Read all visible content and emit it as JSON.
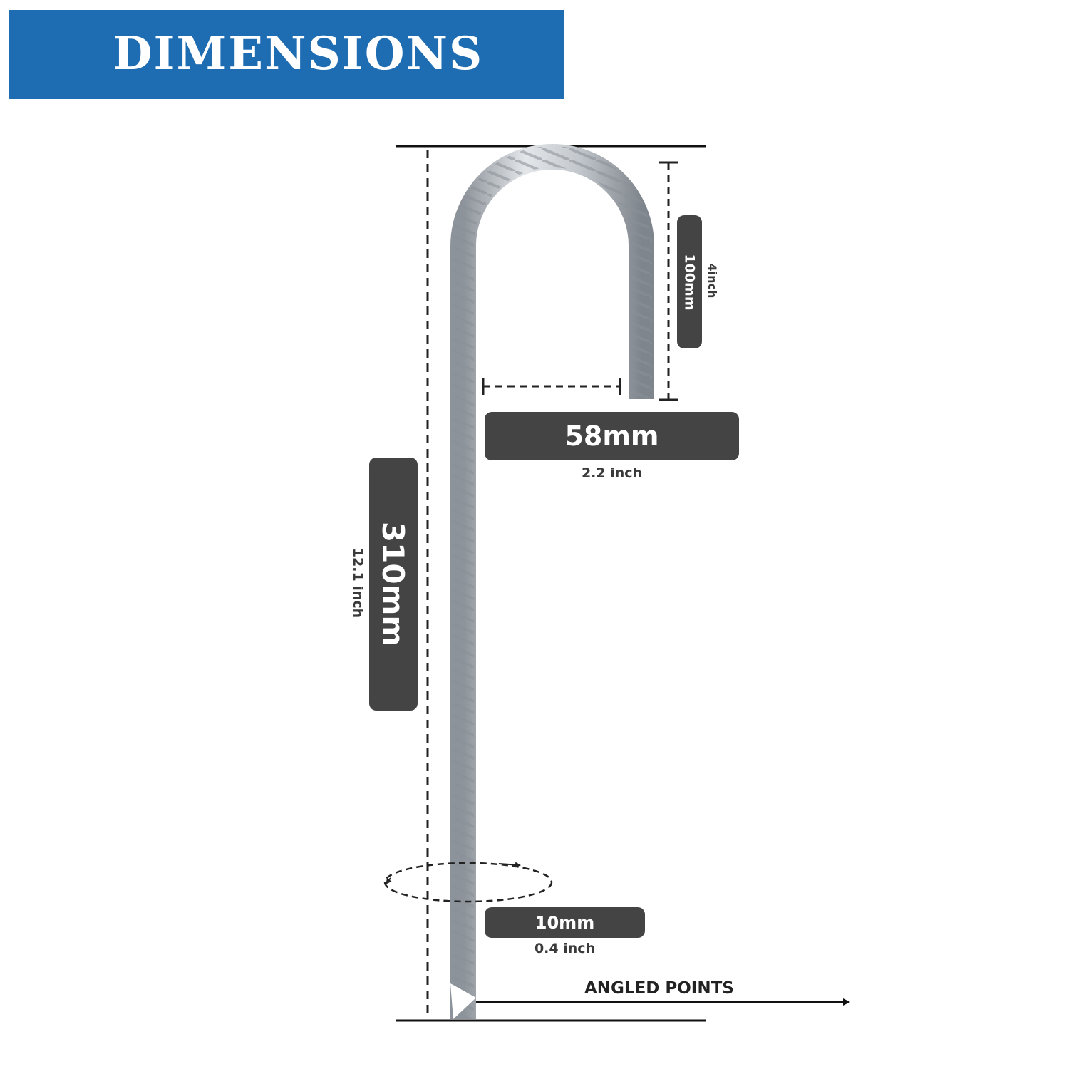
{
  "header": {
    "title": "DIMENSIONS"
  },
  "colors": {
    "banner": "#1e6db3",
    "pill": "#444444",
    "line": "#222222",
    "steel": "#b9bec4"
  },
  "labels": {
    "hook_height_mm": "100mm",
    "hook_height_inch": "4inch",
    "hook_width_mm": "58mm",
    "hook_width_inch": "2.2 inch",
    "length_mm": "310mm",
    "length_inch": "12.1 inch",
    "diameter_mm": "10mm",
    "diameter_inch": "0.4 inch",
    "tip": "ANGLED POINTS"
  }
}
